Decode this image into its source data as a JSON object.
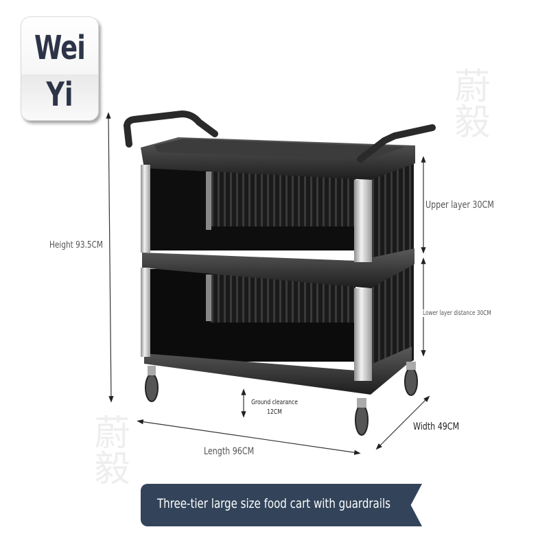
{
  "logo": {
    "line1": "Wei",
    "line2": "Yi"
  },
  "watermarks": [
    {
      "text": "蔚毅"
    },
    {
      "text": "蔚毅"
    }
  ],
  "product_image": {
    "subject": "three-tier black food service cart with guardrails and caster wheels"
  },
  "dimensions": {
    "height": "Height 93.5CM",
    "upper_layer": "Upper layer 30CM",
    "lower_layer": "Lower layer distance 30CM",
    "ground_clearance_line1": "Ground clearance",
    "ground_clearance_line2": "12CM",
    "width": "Width 49CM",
    "length": "Length 96CM"
  },
  "banner": {
    "title": "Three-tier large size food cart with guardrails"
  },
  "colors": {
    "banner_bg": "#33445a",
    "logo_text": "#2d3448",
    "label_text": "#555555"
  }
}
